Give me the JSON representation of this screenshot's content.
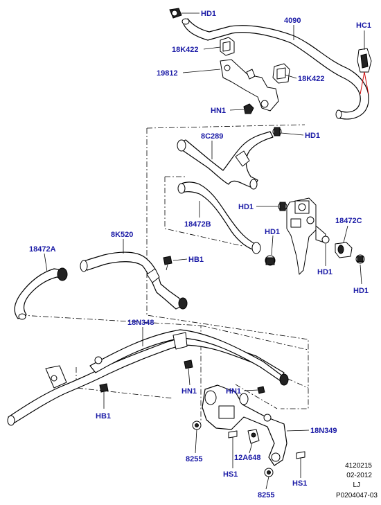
{
  "callouts": {
    "hd1_top": "HD1",
    "p4090": "4090",
    "hc1": "HC1",
    "k422_left": "18K422",
    "p19812": "19812",
    "k422_right": "18K422",
    "hn1_top": "HN1",
    "p8c289": "8C289",
    "hd1_mid": "HD1",
    "hd1_left_valve": "HD1",
    "p18472b": "18472B",
    "hd1_valve_bottom": "HD1",
    "p18472c": "18472C",
    "hd1_right_a": "HD1",
    "hd1_right_b": "HD1",
    "p8k520": "8K520",
    "p18472a": "18472A",
    "hb1_top": "HB1",
    "p18n348": "18N348",
    "hn1_mid": "HN1",
    "hn1_lower": "HN1",
    "hb1_bottom": "HB1",
    "p18n349": "18N349",
    "p8255_left": "8255",
    "hs1_left": "HS1",
    "p12a648": "12A648",
    "hs1_right": "HS1",
    "p8255_bottom": "8255"
  },
  "reference": {
    "number": "4120215",
    "date": "02-2012",
    "code": "LJ",
    "illustration": "P0204047-03"
  },
  "colors": {
    "callout": "#1a1aa6",
    "leader_accent": "#cc0000",
    "line": "#000000"
  }
}
